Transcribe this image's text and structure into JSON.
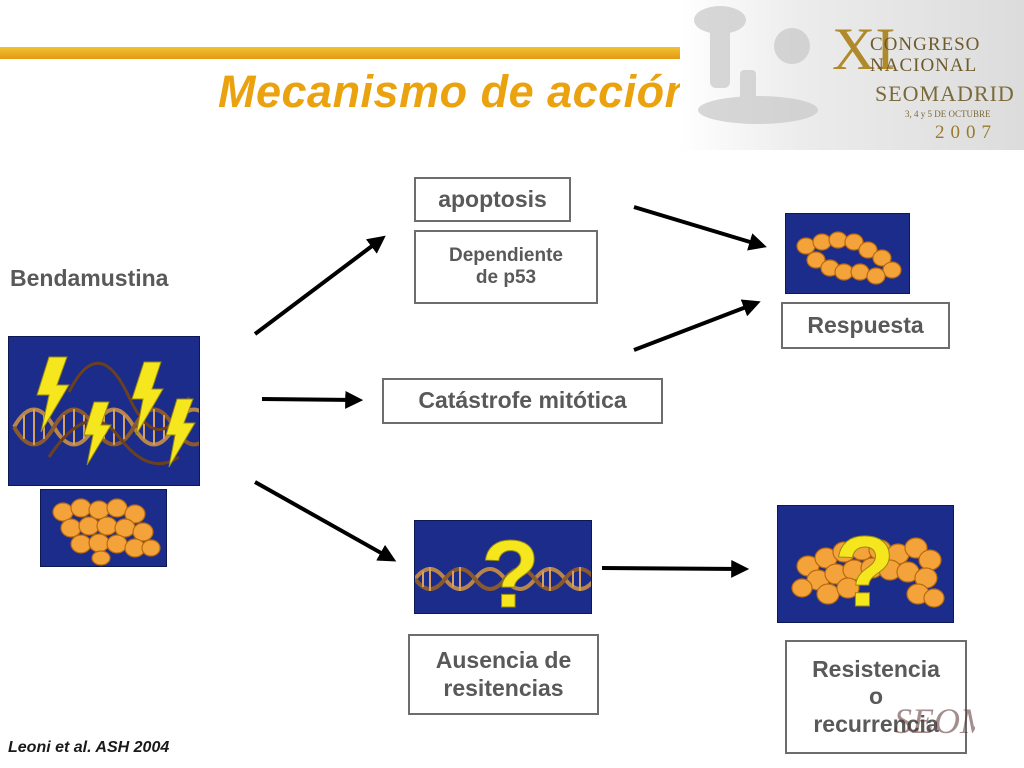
{
  "slide": {
    "title": "Mecanismo de acción",
    "drug_label": "Bendamustina",
    "footer": "Leoni et al. ASH 2004"
  },
  "logo": {
    "line1": "XI",
    "line2": "CONGRESO",
    "line3": "NACIONAL",
    "line4": "SEOMADRID",
    "line5": "3, 4 y 5 DE OCTUBRE",
    "line6": "2007"
  },
  "watermark": {
    "text": "SEOM"
  },
  "nodes": {
    "apoptosis": "apoptosis",
    "p53": "Dependiente\nde p53",
    "mitotic": "Catástrofe mitótica",
    "response": "Respuesta",
    "absence": "Ausencia de\nresitencias",
    "resistance": "Resistencia\no\nrecurrencia"
  },
  "symbols": {
    "question_mark": "?"
  },
  "colors": {
    "title": "#eaa20f",
    "rule": "#e9a81a",
    "panel": "#1c2c8a",
    "cell": "#f4a23a",
    "lightning": "#f5e61e",
    "text": "#595959"
  }
}
